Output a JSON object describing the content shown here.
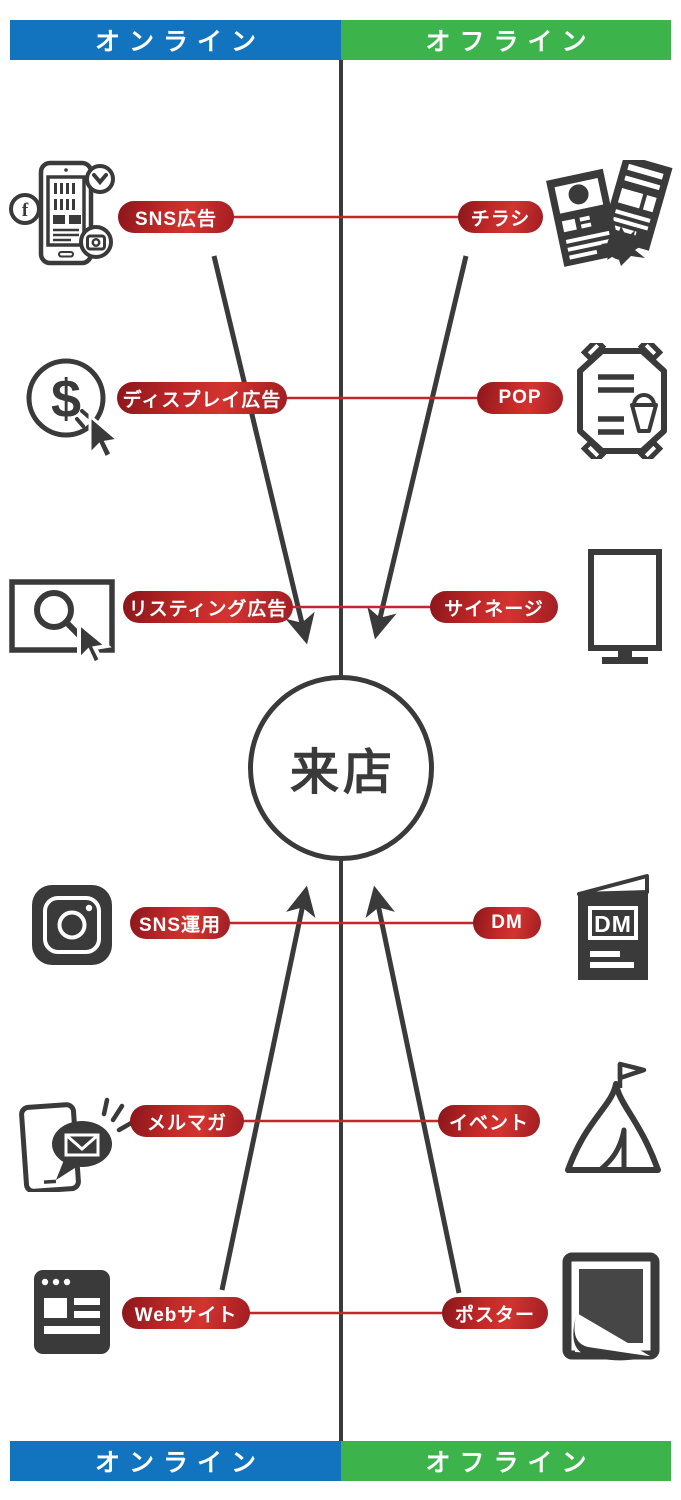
{
  "diagram": {
    "center_label": "来店",
    "headers": {
      "online": "オンライン",
      "offline": "オフライン"
    },
    "footers": {
      "online": "オンライン",
      "offline": "オフライン"
    },
    "online_channels": [
      {
        "label": "SNS広告",
        "icon": "smartphone-social-icon"
      },
      {
        "label": "ディスプレイ広告",
        "icon": "dollar-click-icon"
      },
      {
        "label": "リスティング広告",
        "icon": "search-click-icon"
      },
      {
        "label": "SNS運用",
        "icon": "instagram-icon"
      },
      {
        "label": "メルマガ",
        "icon": "tablet-mail-icon"
      },
      {
        "label": "Webサイト",
        "icon": "browser-icon"
      }
    ],
    "offline_channels": [
      {
        "label": "チラシ",
        "icon": "flyer-icon"
      },
      {
        "label": "POP",
        "icon": "pop-stand-icon"
      },
      {
        "label": "サイネージ",
        "icon": "signage-icon"
      },
      {
        "label": "DM",
        "icon": "direct-mail-icon"
      },
      {
        "label": "イベント",
        "icon": "event-tent-icon"
      },
      {
        "label": "ポスター",
        "icon": "poster-icon"
      }
    ],
    "dm_icon_text": "DM"
  },
  "colors": {
    "online_blue": "#1274bf",
    "offline_green": "#3cb44b",
    "pill_red": "#c32928",
    "line_red": "#c1272d",
    "ink": "#3a3a3a",
    "bg": "#ffffff"
  }
}
